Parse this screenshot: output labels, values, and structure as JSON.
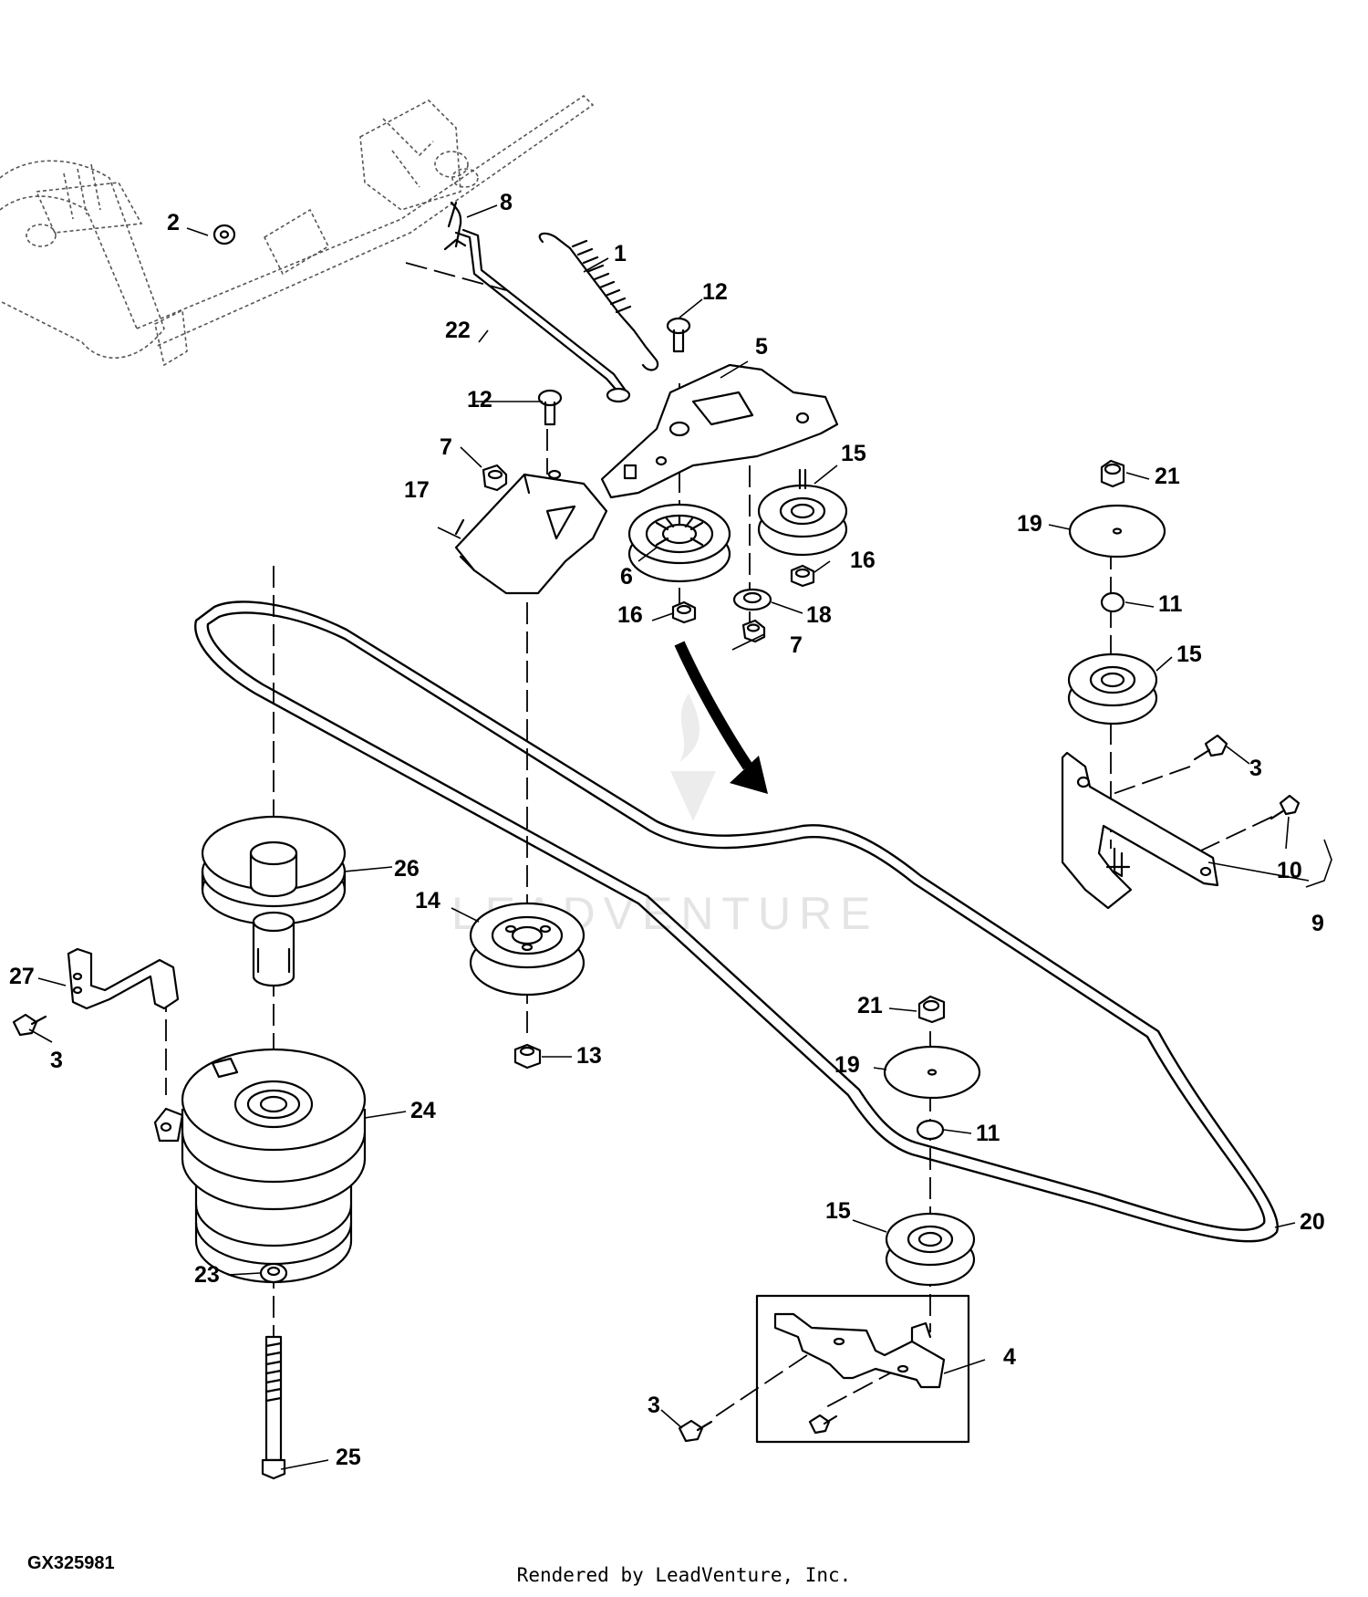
{
  "figure_id": "GX325981",
  "credit": "Rendered by LeadVenture, Inc.",
  "watermark": "LEADVENTURE",
  "callouts": [
    "1",
    "2",
    "3",
    "3",
    "3",
    "4",
    "5",
    "6",
    "7",
    "7",
    "8",
    "9",
    "10",
    "11",
    "11",
    "12",
    "12",
    "13",
    "14",
    "15",
    "15",
    "15",
    "16",
    "16",
    "17",
    "18",
    "19",
    "19",
    "20",
    "21",
    "21",
    "22",
    "23",
    "24",
    "25",
    "26",
    "27"
  ]
}
